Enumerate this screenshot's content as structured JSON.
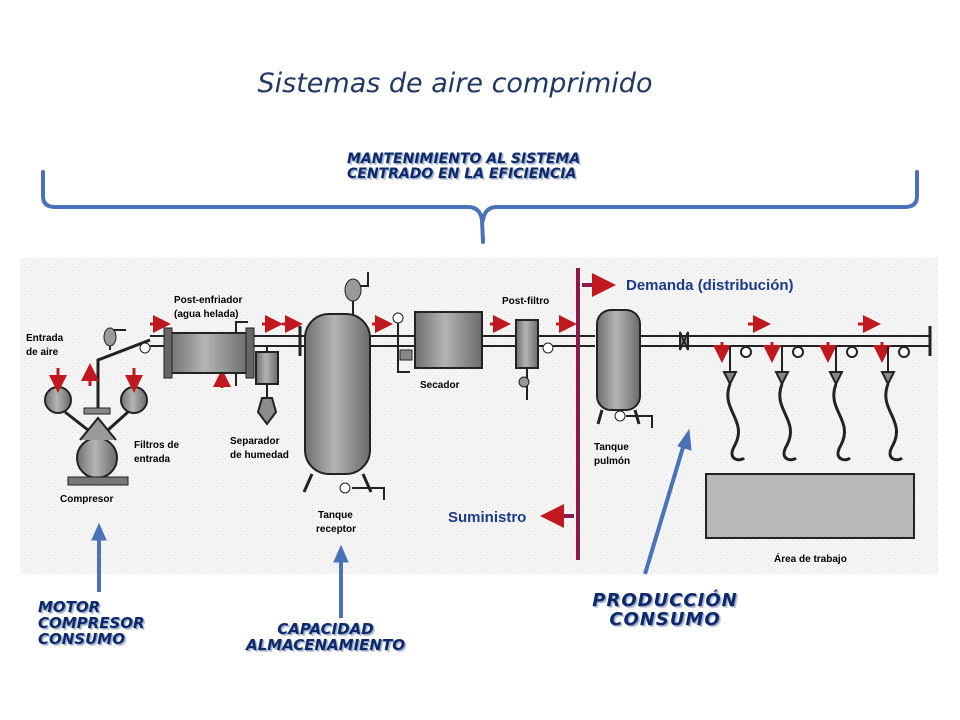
{
  "title": "Sistemas de aire comprimido",
  "maintenance": {
    "line1": "MANTENIMIENTO AL SISTEMA",
    "line2": "CENTRADO EN LA EFICIENCIA"
  },
  "bottom_labels": {
    "motor": [
      "MOTOR",
      "COMPRESOR",
      "CONSUMO"
    ],
    "capacidad": [
      "CAPACIDAD",
      "ALMACENAMIENTO"
    ],
    "produccion": [
      "PRODUCCIÓN",
      "CONSUMO"
    ]
  },
  "diagram": {
    "entrada_aire": [
      "Entrada",
      "de aire"
    ],
    "filtros": [
      "Filtros de",
      "entrada"
    ],
    "compresor": "Compresor",
    "post_enfriador": [
      "Post-enfriador",
      "(agua helada)"
    ],
    "separador": [
      "Separador",
      "de humedad"
    ],
    "tanque_receptor": [
      "Tanque",
      "receptor"
    ],
    "secador": "Secador",
    "post_filtro": "Post-filtro",
    "demanda": "Demanda (distribución)",
    "suministro": "Suministro",
    "tanque_pulmon": [
      "Tanque",
      "pulmón"
    ],
    "area_trabajo": "Área de trabajo"
  },
  "colors": {
    "title": "#1f3864",
    "bracket": "#4a72b8",
    "arrow_blue": "#4a72b8",
    "divider": "#8b1a4a",
    "flow_red": "#c0181f",
    "label_blue": "#1e3a8a",
    "equipment": "#8c8c8c"
  }
}
